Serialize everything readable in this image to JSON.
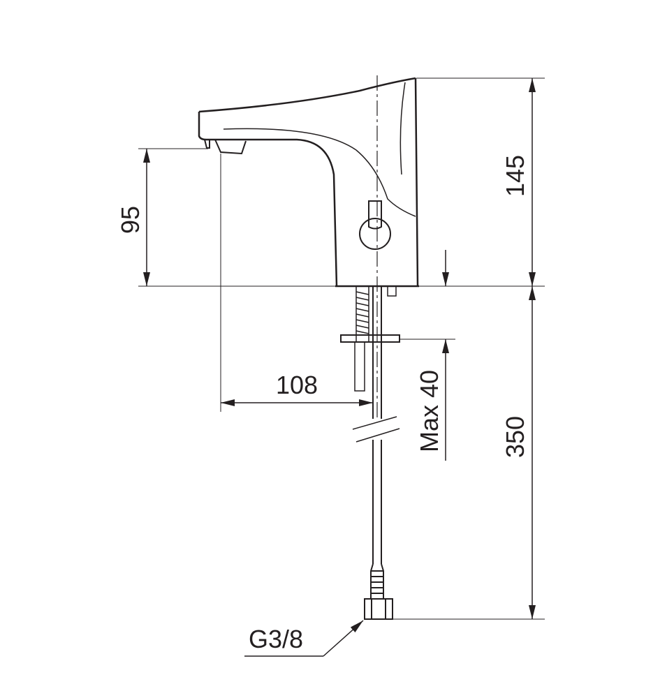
{
  "dimensions": {
    "spout_height": "95",
    "overall_height": "145",
    "reach": "108",
    "deck_thickness": "Max 40",
    "hose_length": "350",
    "thread": "G3/8"
  },
  "colors": {
    "line": "#231f20",
    "background": "#ffffff"
  }
}
